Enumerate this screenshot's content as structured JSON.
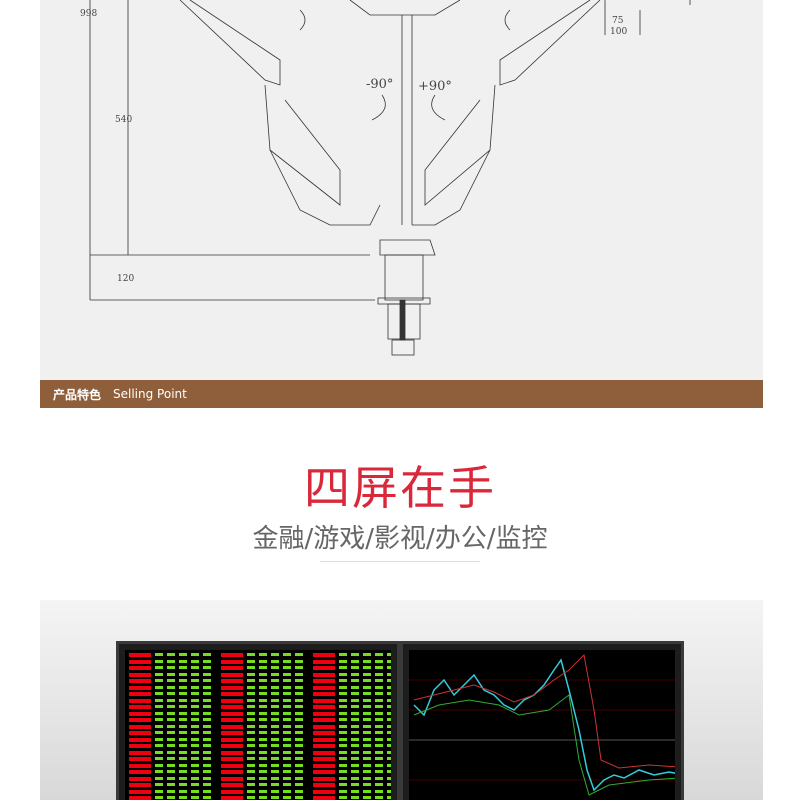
{
  "drawing": {
    "dimensions": [
      "998",
      "540",
      "120",
      "75",
      "100"
    ],
    "rotation": [
      "-90°",
      "+90°"
    ]
  },
  "section_bar": {
    "cn": "产品特色",
    "en": "Selling Point"
  },
  "headline": {
    "title": "四屏在手",
    "subtitle": "金融/游戏/影视/办公/监控"
  },
  "colors": {
    "bar": "#8f5f3b",
    "title": "#d8283a"
  }
}
